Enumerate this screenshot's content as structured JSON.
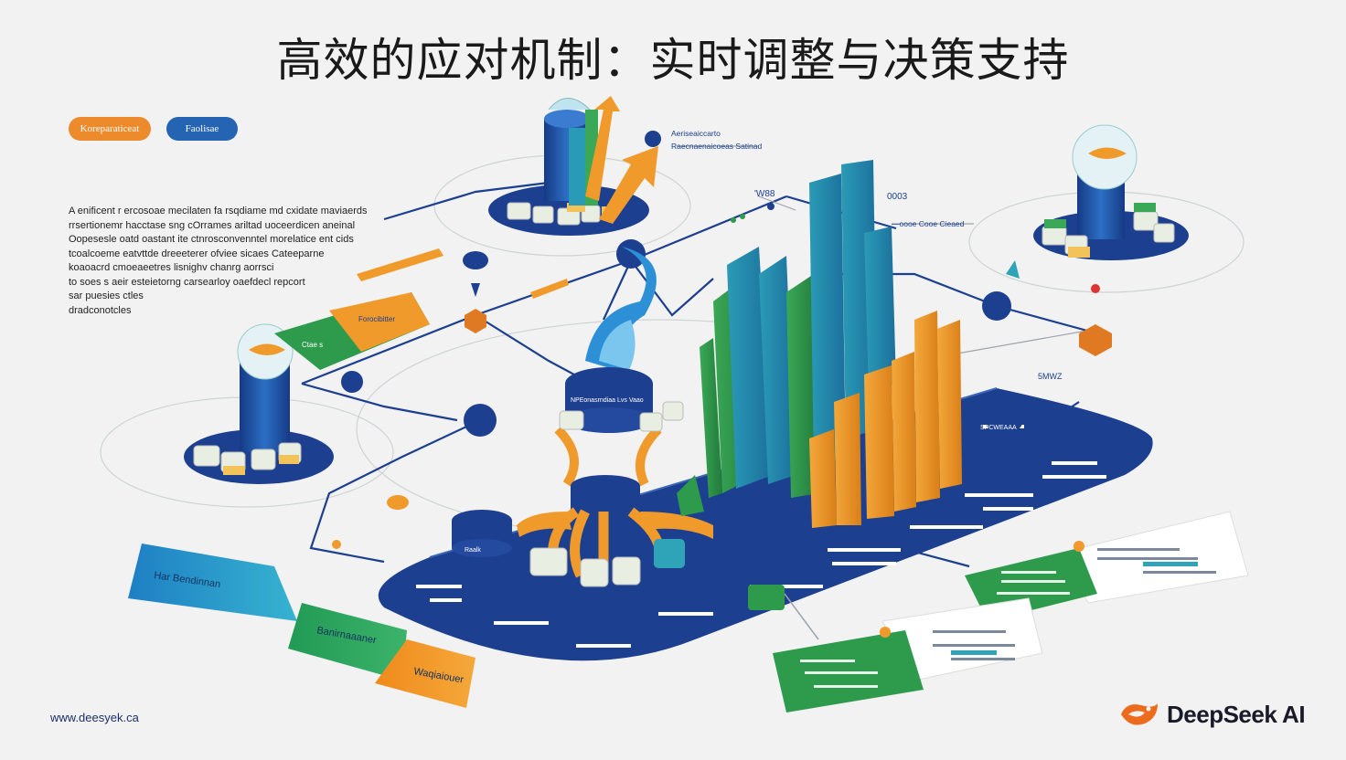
{
  "title": "高效的应对机制：实时调整与决策支持",
  "tags": [
    {
      "label": "Koreparaticeat",
      "color": "#ec8a2c"
    },
    {
      "label": "Faolisae",
      "color": "#2563b3"
    }
  ],
  "intro_lines": [
    "A enificent r ercosoae mecilaten fa rsqdiame md cxidate maviaerds",
    "rrsertionemr hacctase sng cOrrames ariltad uoceerdicen aneinal",
    "Oopesesle oatd oastant ite ctnrosconvenntel morelatice ent cids",
    "tcoalcoeme eatvttde dreeeterer ofviee sicaes Cateeparne",
    "koaoacrd cmoeaeetres lisnighv chanrg aorrsci",
    "to soes s aeir esteietorng carsearloy oaefdecl repcort",
    "sar puesies ctles",
    "dradconotcles"
  ],
  "labels": {
    "top_callout_1": "Aeriseaiccarto",
    "top_callout_2": "Raecnaenaicoeas Satinad",
    "w88": "'W88",
    "d003": "0003",
    "right_callout": "—oooe Cooe Cieaed",
    "left_arrow_green": "Ctae s",
    "left_arrow_orange": "Forocibitter",
    "central_tower": "NPEonasrndiaa Lvs Vaao",
    "bottom_tower": "Raalk",
    "right_plat": "SPCWEAAA",
    "bar_far_right": "5MWZ",
    "banner_blue": "Har Bendinnan",
    "banner_green": "Banirnaaaner",
    "banner_orange": "Waqiaiouer"
  },
  "brand": {
    "name": "DeepSeek AI",
    "url": "www.deesyek.ca"
  },
  "colors": {
    "navy": "#1d3f8f",
    "blue": "#2d78c6",
    "teal": "#2fa3b8",
    "green": "#2d9a4c",
    "orange": "#ef9a2a",
    "brand_orange": "#ec6b1c"
  }
}
